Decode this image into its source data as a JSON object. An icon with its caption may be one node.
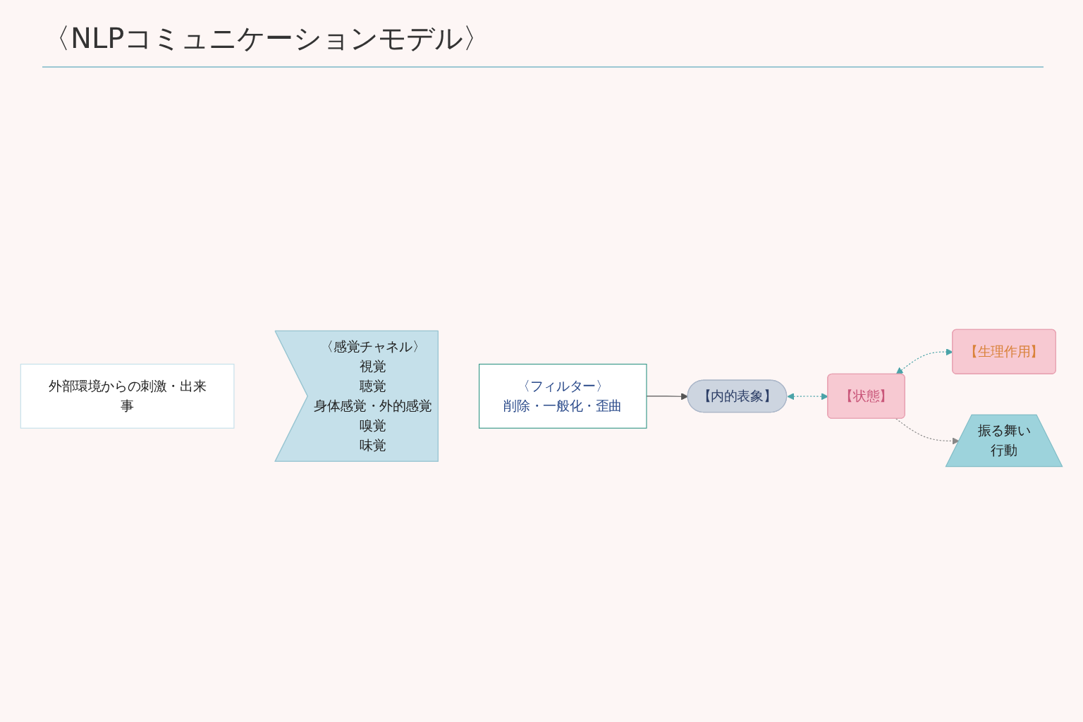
{
  "diagram": {
    "title": "〈NLPコミュニケーションモデル〉",
    "nodes": [
      {
        "text": [
          "外部環境からの刺激・出来事"
        ]
      },
      {
        "text": [
          "〈感覚チャネル〉",
          "視覚",
          "聴覚",
          "身体感覚・外的感覚",
          "嗅覚",
          "味覚"
        ]
      },
      {
        "text": [
          "〈フィルター〉",
          "削除・一般化・歪曲"
        ]
      },
      {
        "text": [
          "【内的表象】"
        ]
      },
      {
        "text": [
          "【状態】"
        ]
      },
      {
        "text": [
          "【生理作用】"
        ]
      },
      {
        "text": [
          "振る舞い",
          "行動"
        ]
      }
    ],
    "edges": [
      {
        "from": 2,
        "to": 3,
        "arrow": "to",
        "color": "#555555"
      },
      {
        "from": 3,
        "to": 4,
        "arrow": "both",
        "style": "dashed",
        "color": "#4aa3a8"
      },
      {
        "from": 4,
        "to": 5,
        "arrow": "both",
        "style": "dashed",
        "color": "#4aa3a8"
      },
      {
        "from": 4,
        "to": 6,
        "arrow": "to",
        "style": "dashed",
        "color": "#888888"
      }
    ]
  }
}
